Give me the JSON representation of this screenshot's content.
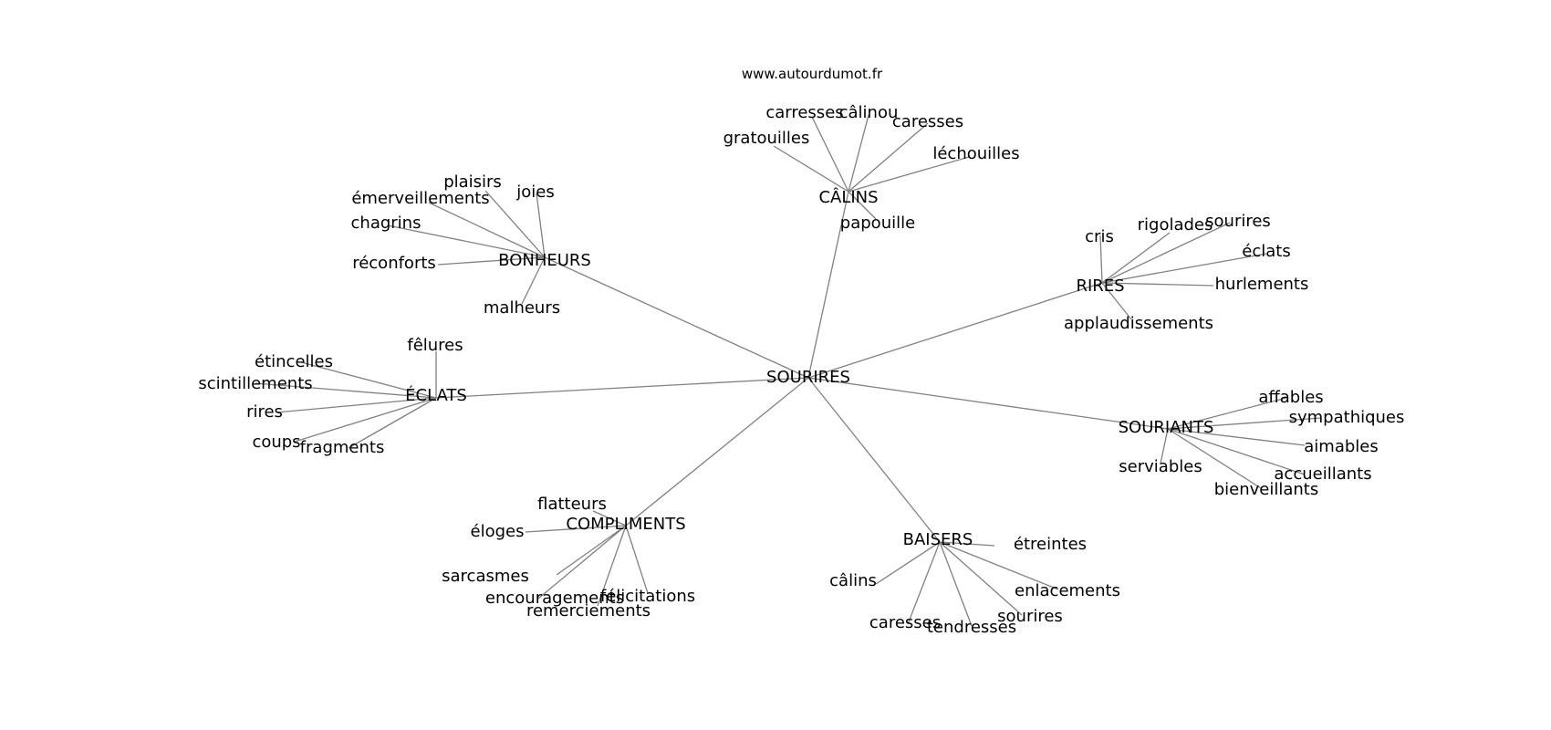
{
  "watermark": "www.autourdumot.fr",
  "colors": {
    "edge": "#808080",
    "text": "#000000",
    "background": "#ffffff"
  },
  "graph": {
    "center": "SOURIRES",
    "groups": [
      {
        "hub": "CÂLINS",
        "leaves": [
          "carresses",
          "câlinou",
          "caresses",
          "gratouilles",
          "léchouilles",
          "papouille"
        ]
      },
      {
        "hub": "BONHEURS",
        "leaves": [
          "plaisirs",
          "joies",
          "émerveillements",
          "chagrins",
          "réconforts",
          "malheurs"
        ]
      },
      {
        "hub": "RIRES",
        "leaves": [
          "cris",
          "rigolades",
          "sourires",
          "éclats",
          "hurlements",
          "applaudissements"
        ]
      },
      {
        "hub": "ÉCLATS",
        "leaves": [
          "fêlures",
          "étincelles",
          "scintillements",
          "rires",
          "coups",
          "fragments"
        ]
      },
      {
        "hub": "SOURIANTS",
        "leaves": [
          "affables",
          "sympathiques",
          "aimables",
          "accueillants",
          "bienveillants",
          "serviables"
        ]
      },
      {
        "hub": "COMPLIMENTS",
        "leaves": [
          "flatteurs",
          "éloges",
          "sarcasmes",
          "encouragements",
          "félicitations",
          "remerciements"
        ]
      },
      {
        "hub": "BAISERS",
        "leaves": [
          "étreintes",
          "câlins",
          "enlacements",
          "sourires",
          "caresses",
          "tendresses"
        ]
      }
    ]
  }
}
